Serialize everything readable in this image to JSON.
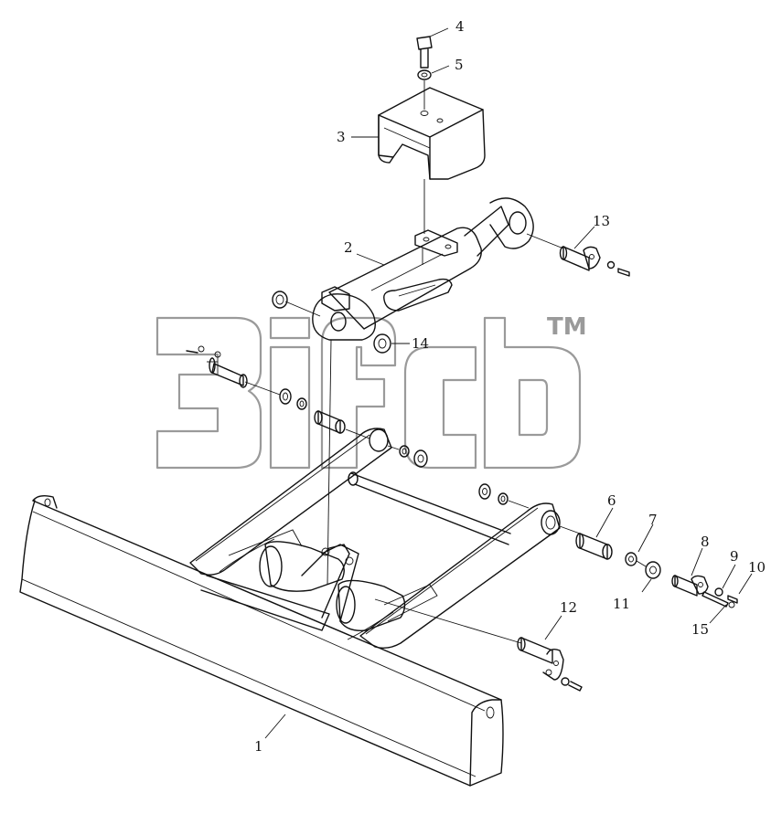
{
  "watermark": {
    "text": "3ifcb",
    "trademark": "TM"
  },
  "callouts": [
    {
      "id": "1",
      "label": "1"
    },
    {
      "id": "2",
      "label": "2"
    },
    {
      "id": "3",
      "label": "3"
    },
    {
      "id": "4",
      "label": "4"
    },
    {
      "id": "5",
      "label": "5"
    },
    {
      "id": "6",
      "label": "6"
    },
    {
      "id": "7",
      "label": "7"
    },
    {
      "id": "8",
      "label": "8"
    },
    {
      "id": "9",
      "label": "9"
    },
    {
      "id": "10",
      "label": "10"
    },
    {
      "id": "11",
      "label": "11"
    },
    {
      "id": "12",
      "label": "12"
    },
    {
      "id": "13",
      "label": "13"
    },
    {
      "id": "14",
      "label": "14"
    },
    {
      "id": "15",
      "label": "15"
    }
  ]
}
